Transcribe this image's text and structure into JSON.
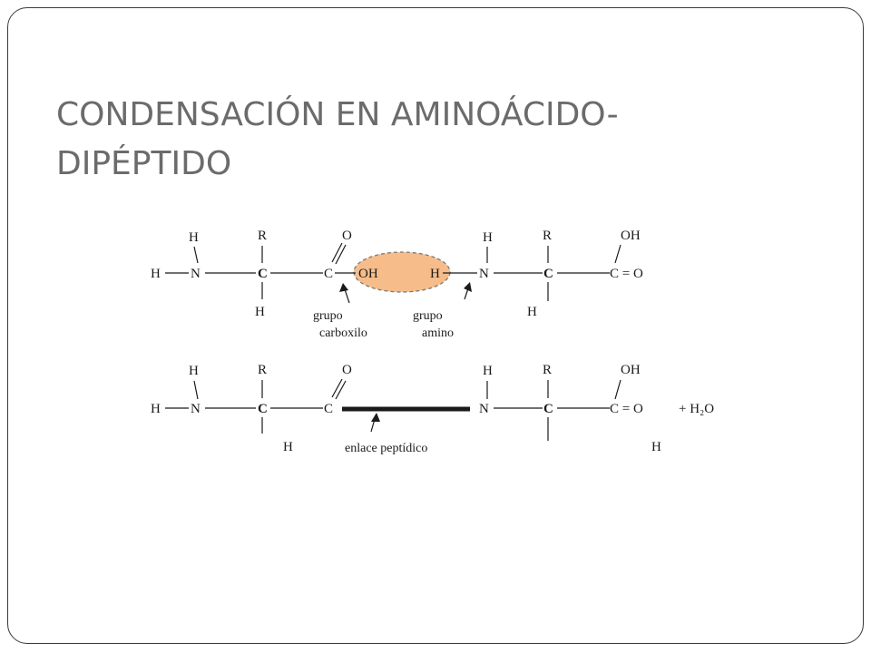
{
  "slide": {
    "title_line1": "CONDENSACIÓN EN AMINOÁCIDO-",
    "title_line2": "DIPÉPTIDO"
  },
  "reaction": {
    "atoms": {
      "H": "H",
      "N": "N",
      "C": "C",
      "R": "R",
      "O": "O",
      "OH": "OH",
      "C_eq_O": "C = O",
      "water": "+ H₂O"
    },
    "labels": {
      "grupo": "grupo",
      "carboxilo": "carboxilo",
      "amino": "amino",
      "enlace_peptidico": "enlace peptídico"
    },
    "colors": {
      "highlight_fill": "#f6bd8a",
      "highlight_stroke": "#7a7a7a",
      "ink": "#1a1a1a"
    }
  }
}
